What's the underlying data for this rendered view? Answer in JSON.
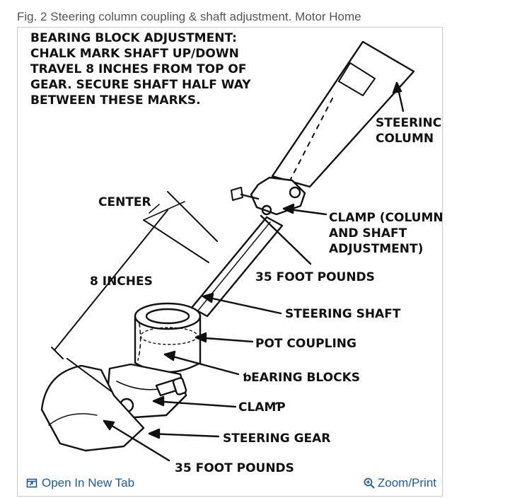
{
  "caption": "Fig. 2 Steering column coupling & shaft adjustment. Motor Home",
  "diagram": {
    "note": [
      "BEARING BLOCK ADJUSTMENT:",
      "CHALK MARK SHAFT UP/DOWN",
      "TRAVEL 8 INCHES FROM TOP OF",
      "GEAR. SECURE SHAFT HALF WAY",
      "BETWEEN THESE MARKS."
    ],
    "labels": {
      "steering_column": [
        "STEERINC",
        "COLUMN"
      ],
      "clamp_column": [
        "CLAMP (COLUMN",
        "AND SHAFT",
        "ADJUSTMENT)"
      ],
      "center": "CENTER",
      "eight_inches": "8 INCHES",
      "torque_top": "35 FOOT POUNDS",
      "steering_shaft": "STEERING SHAFT",
      "pot_coupling": "POT COUPLING",
      "bearing_blocks": "ƅEARING BLOCKS",
      "clamp": "CLAMƤ",
      "steering_gear": "STEERING GEAR",
      "torque_bottom": "35 FOOT POUNDS"
    }
  },
  "footer": {
    "open_tab": "Open In New Tab",
    "zoom": "Zoom/Print"
  },
  "colors": {
    "link": "#1f5a96",
    "caption": "#555555",
    "border": "#c8c8c8"
  },
  "icons": {
    "open_tab": "external-tab-icon",
    "zoom": "magnifier-plus-icon"
  }
}
